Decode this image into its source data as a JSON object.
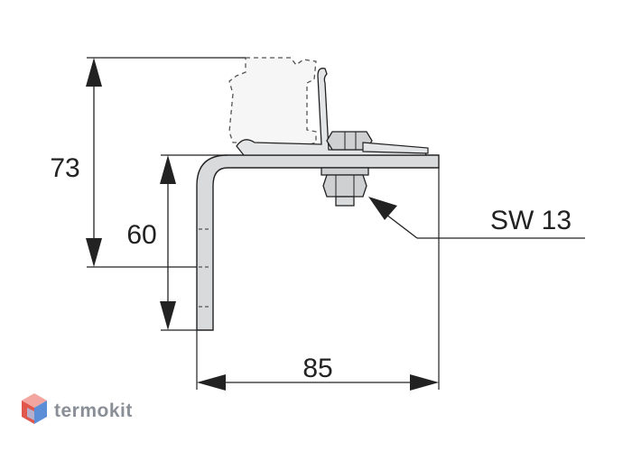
{
  "dimensions": {
    "height_total": "73",
    "height_bracket": "60",
    "width": "85"
  },
  "callout": {
    "label": "SW 13"
  },
  "brand": {
    "name": "termokit"
  },
  "colors": {
    "line": "#222222",
    "bracket_fill": "#d9dadc",
    "channel_fill": "#f2f2f2",
    "nut_fill": "#cfd0d2",
    "brand_text": "#8a8f97",
    "logo_red": "#e2574c",
    "logo_pink": "#f3a6a0",
    "logo_blue": "#5b8ed6",
    "logo_lightblue": "#a9c6ee"
  }
}
